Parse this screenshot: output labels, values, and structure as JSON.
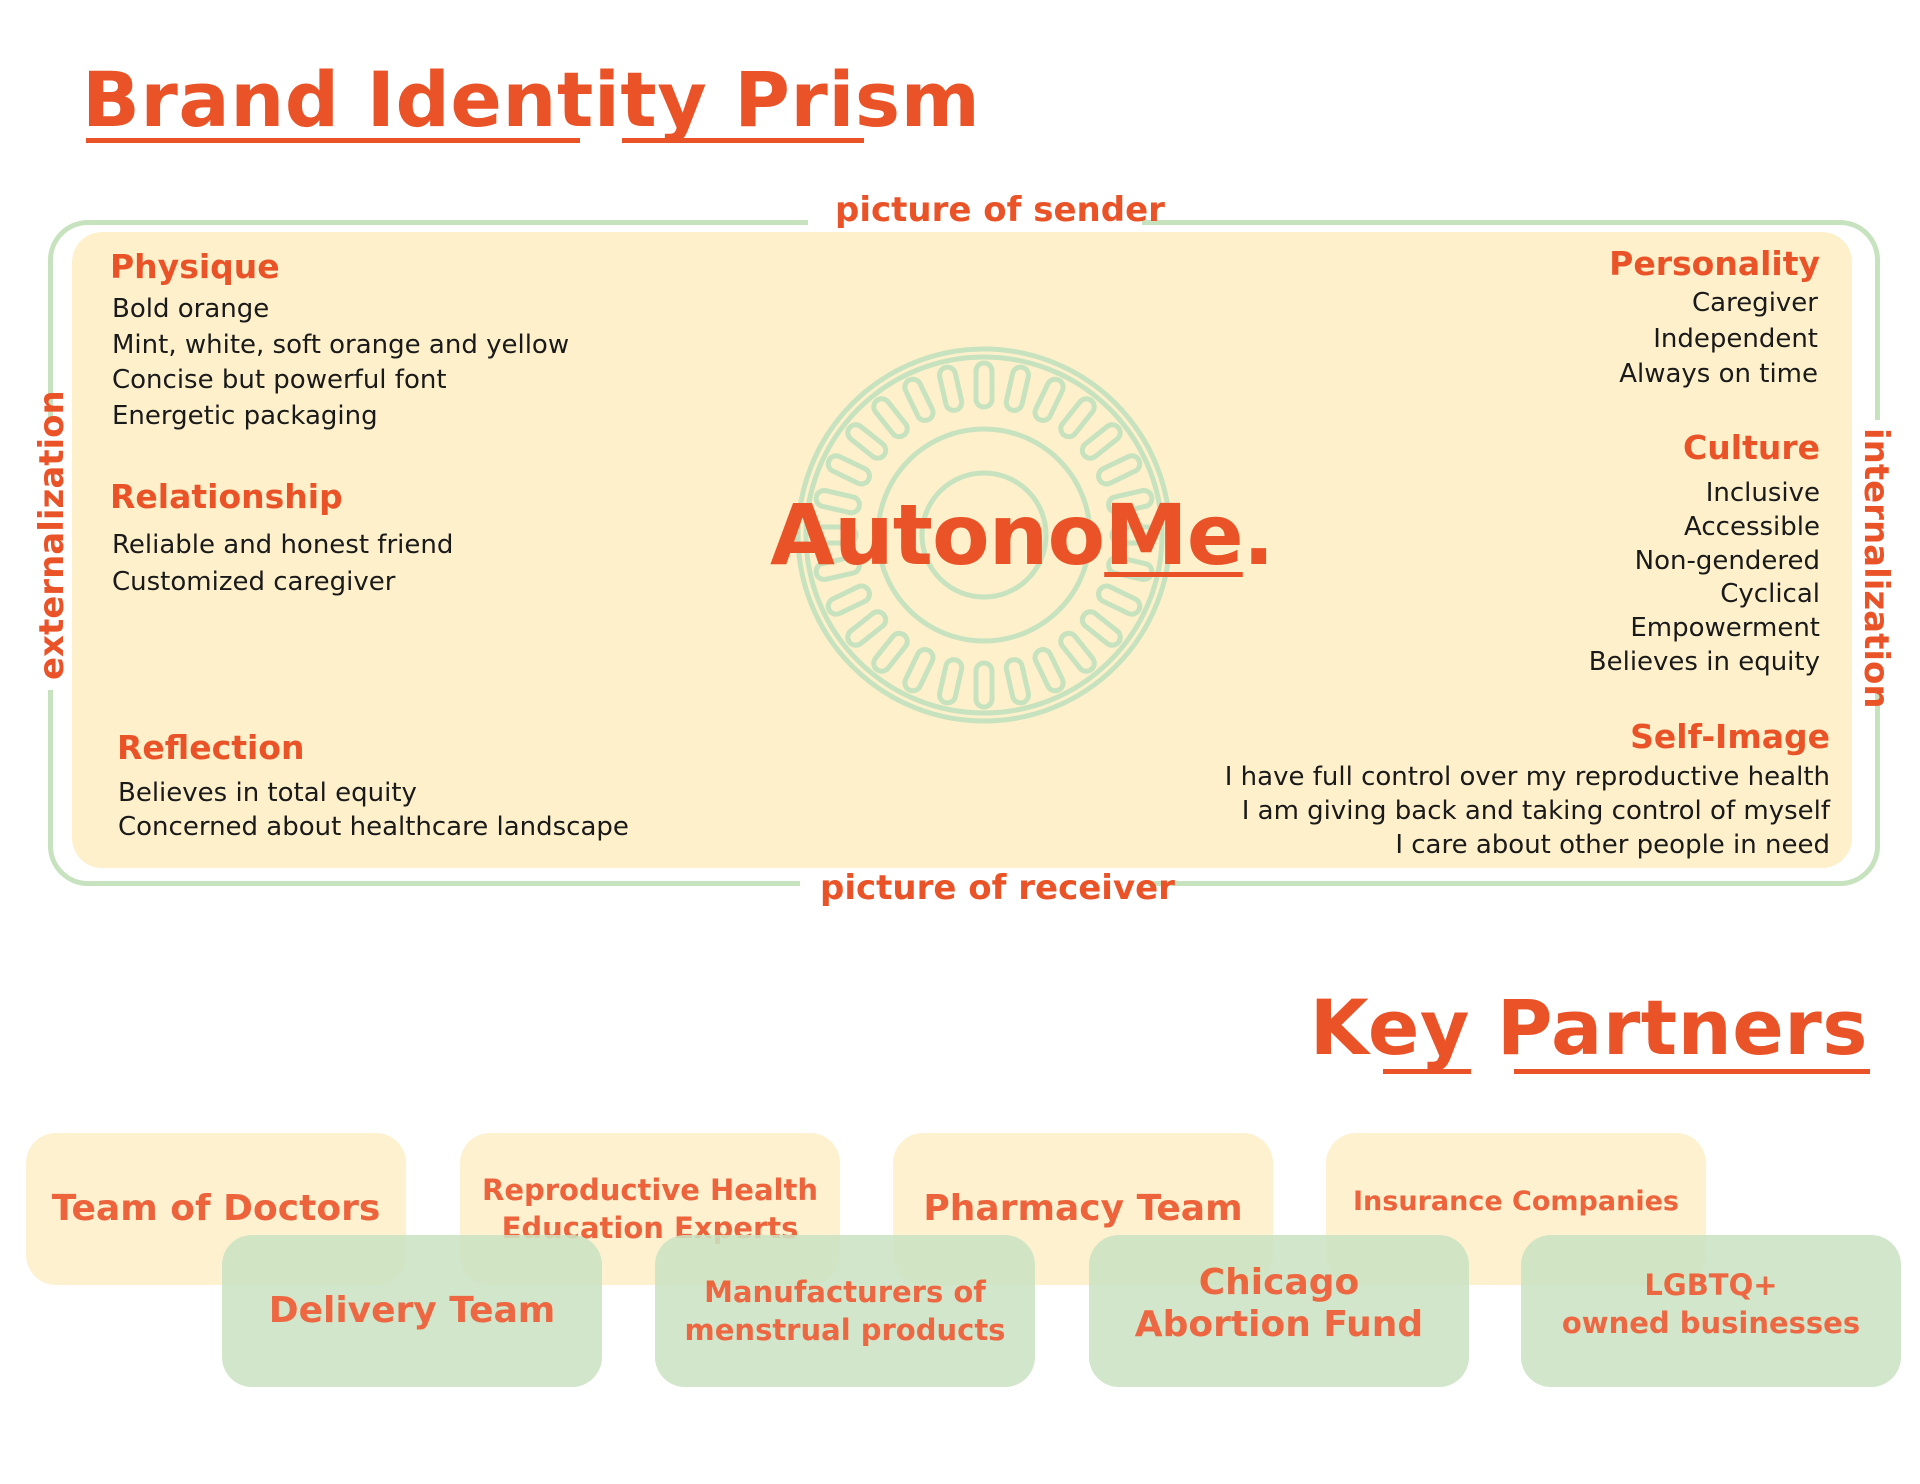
{
  "title": "Brand Identity Prism",
  "frame": {
    "top": "picture of sender",
    "bottom": "picture of receiver",
    "left": "externalization",
    "right": "internalization"
  },
  "brand": {
    "prefix": "Autono",
    "emphasis": "Me",
    "suffix": "."
  },
  "sections": {
    "physique": {
      "title": "Physique",
      "items": [
        "Bold orange",
        "Mint, white, soft orange and yellow",
        "Concise but powerful font",
        "Energetic packaging"
      ]
    },
    "relationship": {
      "title": "Relationship",
      "items": [
        "Reliable and honest friend",
        "Customized caregiver"
      ]
    },
    "reflection": {
      "title": "Reflection",
      "items": [
        "Believes in total equity",
        "Concerned about healthcare landscape"
      ]
    },
    "personality": {
      "title": "Personality",
      "items": [
        "Caregiver",
        "Independent",
        "Always on time"
      ]
    },
    "culture": {
      "title": "Culture",
      "items": [
        "Inclusive",
        "Accessible",
        "Non-gendered",
        "Cyclical",
        "Empowerment",
        "Believes in equity"
      ]
    },
    "self_image": {
      "title": "Self-Image",
      "items": [
        "I have full control over my reproductive health",
        "I am giving back and taking control of myself",
        "I care about other people in need"
      ]
    }
  },
  "partners_title": "Key Partners",
  "partners_top": [
    {
      "line1": "Team of Doctors",
      "line2": ""
    },
    {
      "line1": "Reproductive Health",
      "line2": "Education Experts"
    },
    {
      "line1": "Pharmacy Team",
      "line2": ""
    },
    {
      "line1": "Insurance Companies",
      "line2": ""
    }
  ],
  "partners_bottom": [
    {
      "line1": "Delivery Team",
      "line2": ""
    },
    {
      "line1": "Manufacturers of",
      "line2": "menstrual products"
    },
    {
      "line1": "Chicago",
      "line2": "Abortion Fund"
    },
    {
      "line1": "LGBTQ+",
      "line2": "owned businesses"
    }
  ],
  "colors": {
    "accent": "#EA5328",
    "mint": "#C7E2BE",
    "cream": "#FDF0CB"
  }
}
